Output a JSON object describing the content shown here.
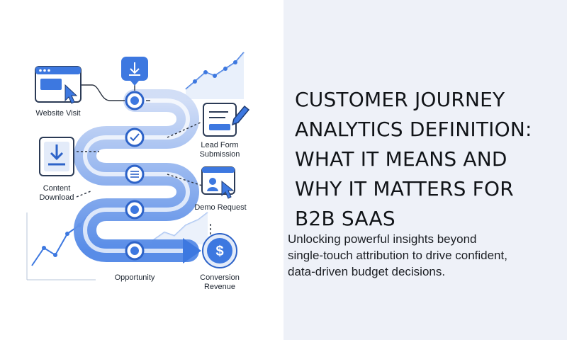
{
  "title_lines": [
    "CUSTOMER JOURNEY",
    "ANALYTICS DEFINITION:",
    "WHAT IT MEANS AND",
    "WHY IT MATTERS FOR",
    "B2B SAAS"
  ],
  "subtitle_lines": [
    "Unlocking powerful insights beyond",
    "single-touch attribution to drive confident,",
    "data-driven budget decisions."
  ],
  "diagram": {
    "labels": {
      "website_visit": "Website Visit",
      "lead_form_1": "Lead Form",
      "lead_form_2": "Submission",
      "content_download_1": "Content",
      "content_download_2": "Download",
      "demo_request": "Demo Request",
      "opportunity": "Opportunity",
      "conversion_1": "Conversion",
      "conversion_2": "Revenue",
      "dollar_sign": "$"
    }
  },
  "colors": {
    "accent": "#3d78e0",
    "accent_light": "#a9c4f2",
    "panel_bg": "#eef1f8"
  }
}
